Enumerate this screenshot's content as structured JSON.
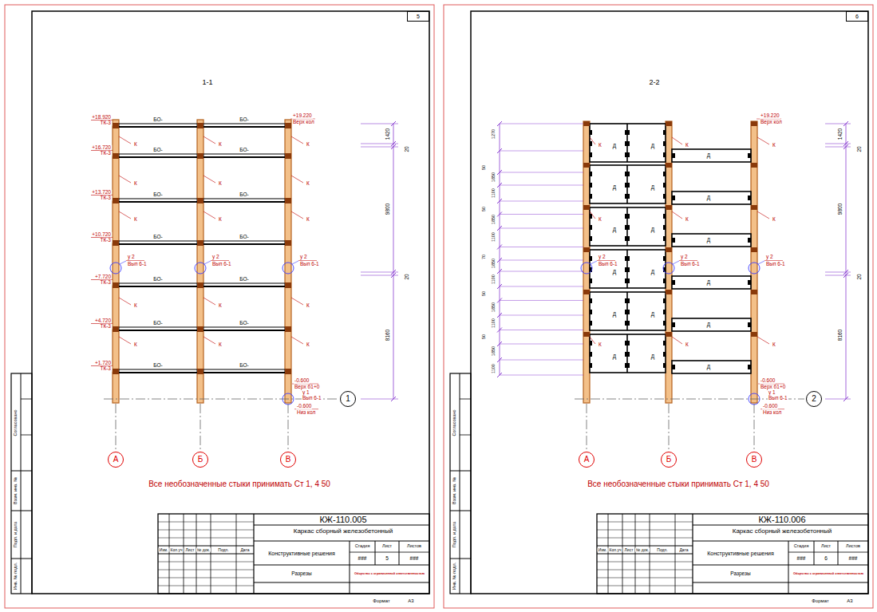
{
  "diagram": {
    "nodes": [
      {
        "text": [
          "5"
        ]
      },
      {
        "text": [
          "А"
        ]
      },
      {
        "text": [
          "Б"
        ]
      },
      {
        "text": [
          "В"
        ]
      },
      {
        "text": [
          "1"
        ]
      },
      {
        "text": [
          "6"
        ]
      },
      {
        "text": [
          "А"
        ]
      },
      {
        "text": [
          "Б"
        ]
      },
      {
        "text": [
          "В"
        ]
      },
      {
        "text": [
          "2"
        ]
      }
    ],
    "labels": [
      "1-1",
      "+18.920",
      "ТК-3",
      "+16.720",
      "ТК-3",
      "+13.720",
      "ТК-3",
      "+10.720",
      "ТК-3",
      "+7.720",
      "ТК-3",
      "+4.720",
      "ТК-3",
      "+1.720",
      "ТК-3",
      "+19.220",
      "Верх кол",
      "БО-",
      "БО-",
      "БО-",
      "БО-",
      "БО-",
      "БО-",
      "БО-",
      "БО-",
      "БО-",
      "БО-",
      "БО-",
      "БО-",
      "БО-",
      "БО-",
      "К",
      "К",
      "К",
      "К",
      "К",
      "К",
      "К",
      "К",
      "К",
      "К",
      "К",
      "К",
      "К",
      "К",
      "К",
      "у 2",
      "Вып 6-1",
      "у 2",
      "Вып 6-1",
      "у 2",
      "Вып 6-1",
      "-0.600",
      "Верх б1+0",
      "у 1",
      "Вып 6-1",
      "-0.600",
      "Низ кол",
      "1420",
      "20",
      "9800",
      "20",
      "8160",
      "Все необозначенные стыки принимать Ст 1, 4 50",
      "КЖ-110.005",
      "Каркас сборный железобетонный",
      "Изм.",
      "Кол.уч",
      "Лист",
      "№ док.",
      "Подп.",
      "Дата",
      "Конструктивные решения",
      "Стадия",
      "Лист",
      "Листов",
      "###",
      "5",
      "###",
      "Разрезы",
      "Общество с ограниченной ответственностью",
      "Формат",
      "А3",
      "Согласовано",
      "Взам. инв. №",
      "Подп. и дата",
      "Инв. № подл.",
      "2-2",
      "+19.220",
      "Верх кол",
      "1270",
      "50",
      "1850",
      "1100",
      "50",
      "1850",
      "1100",
      "70",
      "1850",
      "1100",
      "50",
      "1850",
      "1100",
      "50",
      "1850",
      "1100",
      "Д",
      "Д",
      "Д",
      "Д",
      "Д",
      "Д",
      "Д",
      "Д",
      "Д",
      "Д",
      "Д",
      "Д",
      "Д",
      "Д",
      "Д",
      "Д",
      "Д",
      "Д",
      "К",
      "К",
      "К",
      "К",
      "К",
      "К",
      "К",
      "К",
      "К",
      "у 2",
      "Вып 6-1",
      "у 2",
      "Вып 6-1",
      "у 2",
      "Вып 6-1",
      "-0.600",
      "Верх б1+0",
      "у 1",
      "Вып 6-1",
      "-0.600",
      "Низ кол",
      "1420",
      "20",
      "9800",
      "20",
      "8160",
      "Все необозначенные стыки принимать Ст 1, 4 50",
      "КЖ-110.006",
      "Каркас сборный железобетонный",
      "Изм.",
      "Кол.уч",
      "Лист",
      "№ док.",
      "Подп.",
      "Дата",
      "Конструктивные решения",
      "Стадия",
      "Лист",
      "Листов",
      "###",
      "6",
      "###",
      "Разрезы",
      "Общество с ограниченной ответственностью",
      "Формат",
      "А3",
      "Согласовано",
      "Взам. инв. №",
      "Подп. и дата",
      "Инв. № подл."
    ]
  }
}
